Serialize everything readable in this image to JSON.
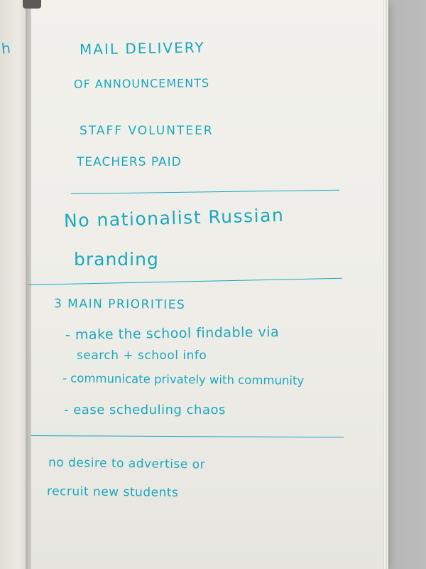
{
  "left_page": {
    "fragment": "h"
  },
  "notes": {
    "section_1": {
      "line_1": "MAIL DELIVERY",
      "line_2": "OF ANNOUNCEMENTS",
      "line_3": "STAFF VOLUNTEER",
      "line_4": "TEACHERS PAID"
    },
    "section_2": {
      "line_1": "No nationalist Russian",
      "line_2": "branding"
    },
    "section_3": {
      "heading": "3 MAIN PRIORITIES",
      "item_1_line_1": "- make the school findable via",
      "item_1_line_2": "search + school info",
      "item_2": "- communicate privately with community",
      "item_3": "- ease scheduling chaos"
    },
    "section_4": {
      "line_1": "no desire to advertise or",
      "line_2": "recruit new students"
    }
  },
  "colors": {
    "ink": "#1aa8bd",
    "paper": "#f0efea",
    "background": "#9a9a9a"
  }
}
